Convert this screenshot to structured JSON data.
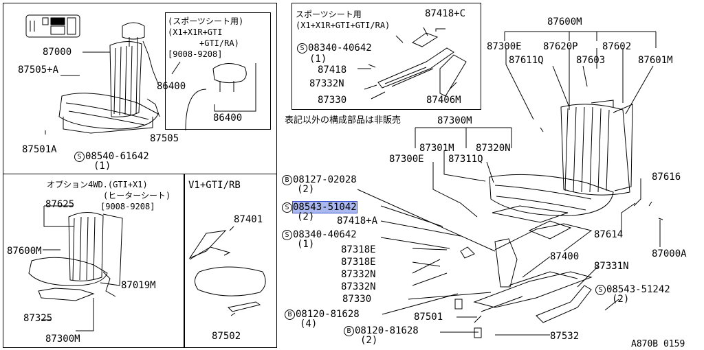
{
  "figure_id": "A870B 0159",
  "panels": {
    "top_left": {
      "parts": [
        "87000",
        "87505+A",
        "86400",
        "87505",
        "87501A"
      ],
      "screw": {
        "prefix": "S",
        "code": "08540-61642",
        "qty": "(1)"
      },
      "sports_note": {
        "line1": "(スポーツシート用)",
        "line2": "(X1+X1R+GTI",
        "line3": "+GTI/RA)",
        "line4": "[9008-9208]",
        "part": "86400"
      }
    },
    "bottom_left": {
      "option_line1": "オプション4WD.(GTI+X1)",
      "option_line2": "(ヒーターシート)",
      "option_line3": "[9008-9208]",
      "parts": [
        "87625",
        "87600M",
        "87019M",
        "87325",
        "87300M"
      ]
    },
    "bottom_mid": {
      "title": "V1+GTI/RB",
      "parts": [
        "87401",
        "87502"
      ]
    },
    "inset_top": {
      "title_line1": "スポーツシート用",
      "title_line2": "(X1+X1R+GTI+GTI/RA)",
      "screw": {
        "prefix": "S",
        "code": "08340-40642",
        "qty": "(1)"
      },
      "parts": [
        "87418+C",
        "87418",
        "87332N",
        "87330",
        "87406M"
      ]
    },
    "main": {
      "note": "表記以外の構成部品は非販売",
      "parts_top": [
        "87600M",
        "87300E",
        "87620P",
        "87602",
        "87611Q",
        "87603",
        "87601M"
      ],
      "parts_seat": [
        "87300M",
        "87301M",
        "87320N",
        "87300E",
        "87311Q"
      ],
      "parts_right": [
        "87616",
        "87614",
        "87000A",
        "87400",
        "87331N"
      ],
      "bolt_1": {
        "prefix": "B",
        "code": "08127-02028",
        "qty": "(2)"
      },
      "screw_selected": {
        "prefix": "S",
        "code": "08543-51042",
        "qty": "(2)"
      },
      "part_87418a": "87418+A",
      "screw_2": {
        "prefix": "S",
        "code": "08340-40642",
        "qty": "(1)"
      },
      "stack": [
        "87318E",
        "87318E",
        "87332N",
        "87332N",
        "87330"
      ],
      "bolt_2": {
        "prefix": "B",
        "code": "08120-81628",
        "qty": "(4)"
      },
      "part_87501": "87501",
      "bolt_3": {
        "prefix": "B",
        "code": "08120-81628",
        "qty": "(2)"
      },
      "part_87532": "87532",
      "screw_3": {
        "prefix": "S",
        "code": "08543-51242",
        "qty": "(2)"
      }
    }
  }
}
